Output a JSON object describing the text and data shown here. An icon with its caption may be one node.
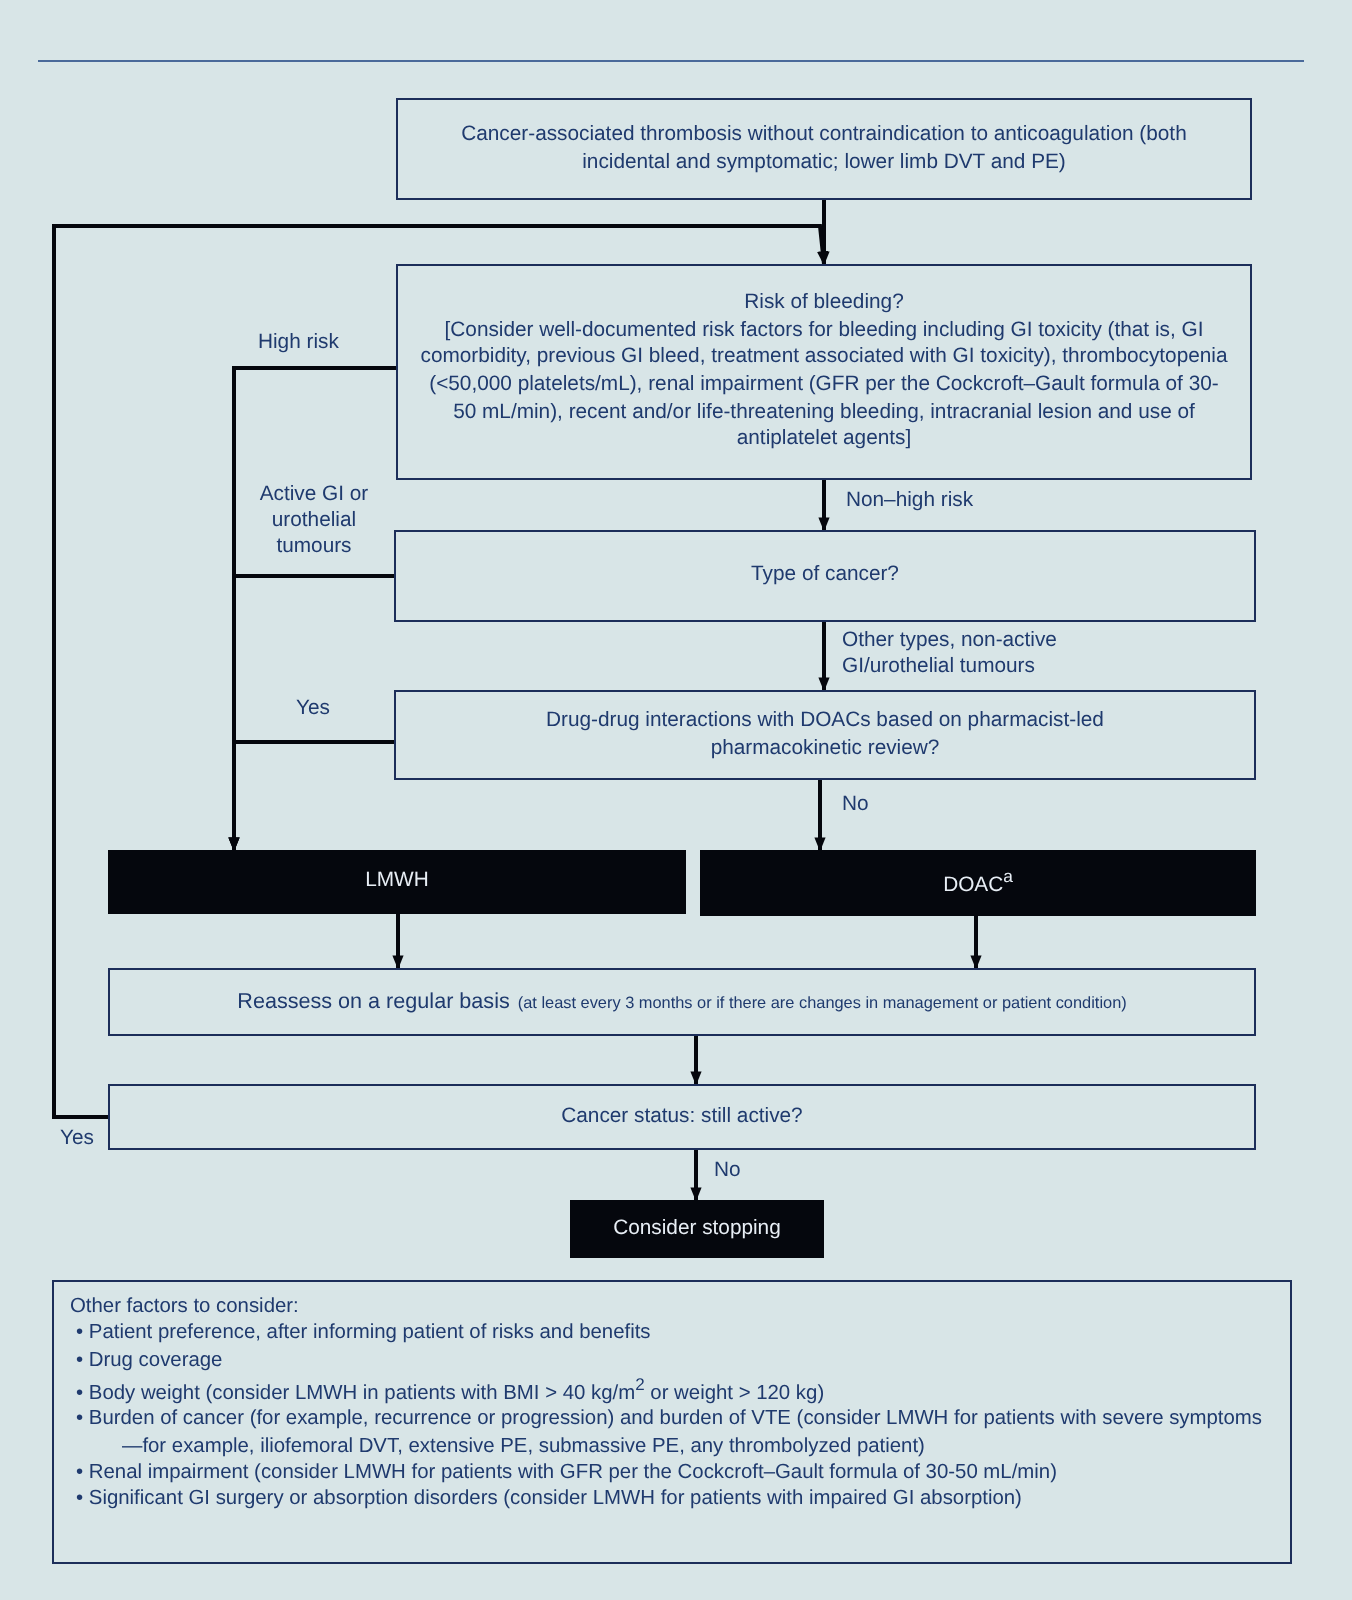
{
  "diagram": {
    "nodes": [
      {
        "text": [
          "Cancer-associated thrombosis without contraindication to anticoagulation (both incidental and symptomatic; lower limb DVT and PE)"
        ]
      },
      {
        "text": [
          "Risk of bleeding?",
          "[Consider well-documented risk factors for bleeding including GI toxicity (that is, GI comorbidity, previous GI bleed, treatment associated with GI toxicity), thrombocytopenia (<50,000 platelets/mL), renal impairment (GFR per the Cockcroft–Gault formula of 30-50 mL/min), recent and/or life-threatening bleeding, intracranial lesion and use of antiplatelet agents]"
        ]
      },
      {
        "text": [
          "Type of cancer?"
        ]
      },
      {
        "text": [
          "Drug-drug interactions with DOACs based on pharmacist-led pharmacokinetic review?"
        ]
      },
      {
        "text": [
          "LMWH"
        ]
      },
      {
        "text": [
          "DOAC$^{a}$"
        ]
      },
      {
        "text": [
          "Reassess on a regular basis",
          "(at least every 3 months or if there are changes in management or patient condition)"
        ]
      },
      {
        "text": [
          "Cancer status: still active?"
        ]
      },
      {
        "text": [
          "Consider stopping"
        ]
      },
      {
        "text": [
          "Other factors to consider:",
          "• Patient preference, after informing patient of risks and benefits",
          "• Drug coverage",
          "• Body weight (consider LMWH in patients with BMI > 40 kg/m$^{2}$ or weight > 120 kg)",
          "• Burden of cancer (for example, recurrence or progression) and burden of VTE (consider LMWH for patients with severe symptoms—for example, iliofemoral DVT, extensive PE, submassive PE, any thrombolyzed patient)",
          "• Renal impairment (consider LMWH for patients with GFR per the Cockcroft–Gault formula of 30-50 mL/min)",
          "• Significant GI surgery or absorption disorders (consider LMWH for patients with impaired GI absorption)"
        ]
      }
    ],
    "edges": [
      {
        "from": 0,
        "to": 1,
        "arrow": "to"
      },
      {
        "from": 1,
        "to": 2,
        "arrow": "to",
        "label": "Non–high risk"
      },
      {
        "from": 2,
        "to": 3,
        "arrow": "to",
        "label": "Other types, non-active GI/urothelial tumours"
      },
      {
        "from": 3,
        "to": 5,
        "arrow": "to",
        "label": "No"
      },
      {
        "from": 1,
        "to": 4,
        "arrow": "to",
        "label": "High risk"
      },
      {
        "from": 2,
        "to": 4,
        "arrow": "to",
        "label": "Active GI or urothelial tumours"
      },
      {
        "from": 3,
        "to": 4,
        "arrow": "to",
        "label": "Yes"
      },
      {
        "from": 4,
        "to": 6,
        "arrow": "to"
      },
      {
        "from": 5,
        "to": 6,
        "arrow": "to"
      },
      {
        "from": 6,
        "to": 7,
        "arrow": "to"
      },
      {
        "from": 7,
        "to": 8,
        "arrow": "to",
        "label": "No"
      },
      {
        "from": 7,
        "to": 1,
        "arrow": "to",
        "label": "Yes"
      }
    ]
  }
}
